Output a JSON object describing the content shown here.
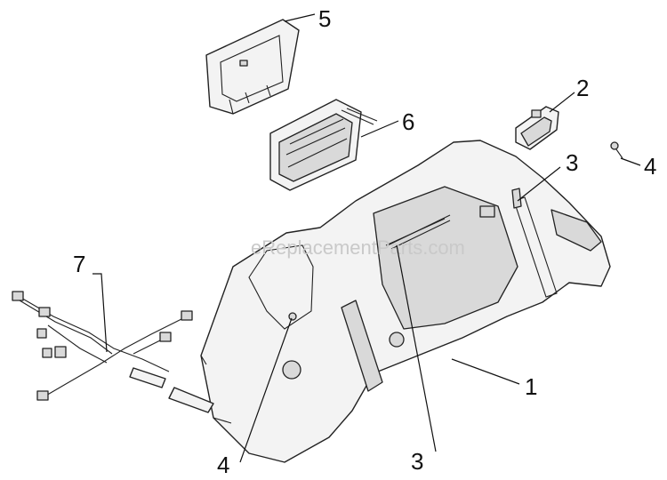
{
  "diagram": {
    "watermark": "eReplacementParts.com",
    "callouts": [
      {
        "id": "c5",
        "label": "5"
      },
      {
        "id": "c2",
        "label": "2"
      },
      {
        "id": "c6",
        "label": "6"
      },
      {
        "id": "c3a",
        "label": "3"
      },
      {
        "id": "c4a",
        "label": "4"
      },
      {
        "id": "c7",
        "label": "7"
      },
      {
        "id": "c1",
        "label": "1"
      },
      {
        "id": "c4b",
        "label": "4"
      },
      {
        "id": "c3b",
        "label": "3"
      }
    ]
  }
}
